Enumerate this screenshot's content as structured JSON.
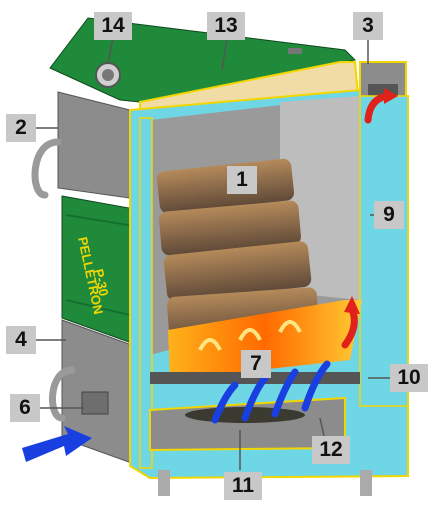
{
  "diagram": {
    "door_text_line1": "PELLETRON",
    "door_text_line2": "P-30"
  },
  "labels": [
    {
      "id": "1",
      "text": "1"
    },
    {
      "id": "2",
      "text": "2"
    },
    {
      "id": "3",
      "text": "3"
    },
    {
      "id": "4",
      "text": "4"
    },
    {
      "id": "6",
      "text": "6"
    },
    {
      "id": "7",
      "text": "7"
    },
    {
      "id": "9",
      "text": "9"
    },
    {
      "id": "10",
      "text": "10"
    },
    {
      "id": "11",
      "text": "11"
    },
    {
      "id": "12",
      "text": "12"
    },
    {
      "id": "13",
      "text": "13"
    },
    {
      "id": "14",
      "text": "14"
    }
  ],
  "colors": {
    "body_green": "#1e8a3a",
    "steel_gray": "#8c8c8c",
    "water_blue": "#6fd6e6",
    "insulation": "#f1dca6",
    "outline_yellow": "#f2d600",
    "air_arrow": "#1a3fe0",
    "gas_arrow": "#e0221a"
  }
}
